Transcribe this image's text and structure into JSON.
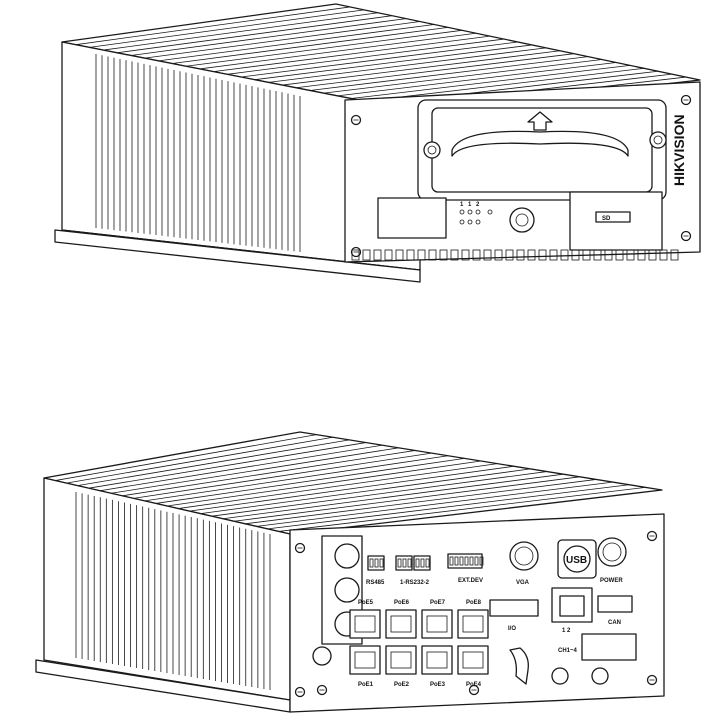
{
  "front_view": {
    "brand_logo": "HIKVISION",
    "indicator_labels": [
      "1",
      "1",
      "2"
    ],
    "sd_slot_label": "SD"
  },
  "rear_view": {
    "ports": {
      "rs485": "RS485",
      "rs232": "1-RS232-2",
      "ext_dev": "EXT.DEV",
      "vga": "VGA",
      "usb": "USB",
      "power": "POWER",
      "io": "I/O",
      "can": "CAN",
      "ch": "CH1~4",
      "poe_top": [
        "PoE5",
        "PoE6",
        "PoE7",
        "PoE8"
      ],
      "poe_bottom": [
        "PoE1",
        "PoE2",
        "PoE3",
        "PoE4"
      ]
    },
    "lan_label": "1  2"
  }
}
